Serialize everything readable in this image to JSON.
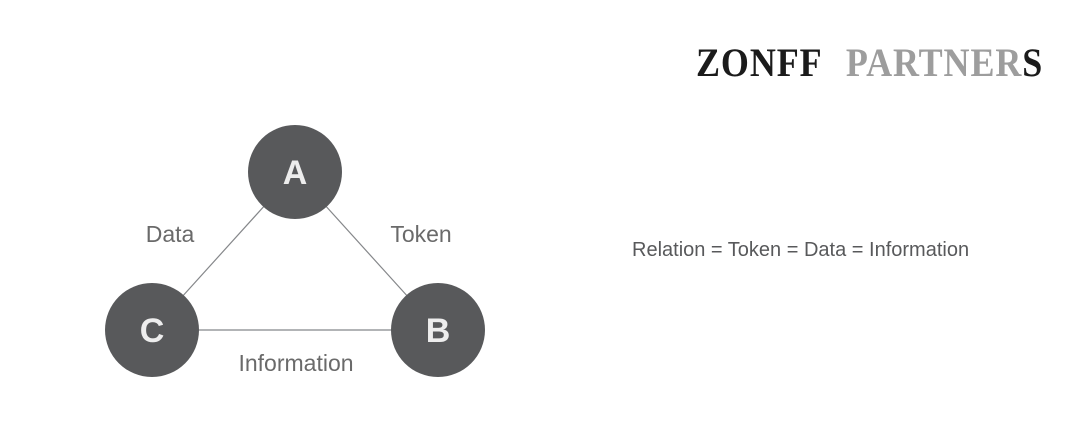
{
  "brand": {
    "logo_part_primary": "ZONFF",
    "logo_part_secondary": "PARTNER",
    "logo_part_accent": "S"
  },
  "diagram": {
    "nodes": {
      "top": "A",
      "bottom_right": "B",
      "bottom_left": "C"
    },
    "edges": {
      "left_label": "Data",
      "right_label": "Token",
      "bottom_label": "Information"
    }
  },
  "caption": {
    "text": "Relation = Token = Data = Information"
  },
  "colors": {
    "background": "#ffffff",
    "node_fill": "#58595b",
    "node_text": "#ededed",
    "edge_line": "#85878a",
    "edge_label_text": "#6a6a6a",
    "caption_text": "#58595b",
    "logo_primary": "#1b1b1b",
    "logo_secondary": "#9d9d9d"
  }
}
